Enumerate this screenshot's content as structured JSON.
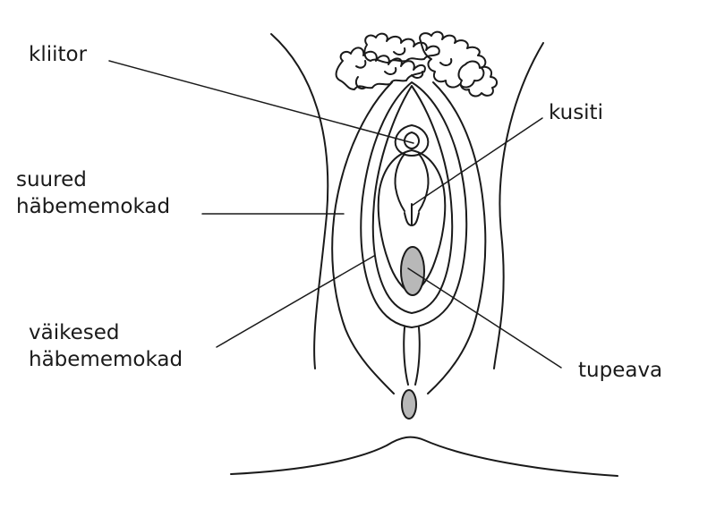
{
  "labels": {
    "clitoris": "kliitor",
    "urethra": "kusiti",
    "labia_majora": [
      "suured",
      "häbememokad"
    ],
    "labia_minora": [
      "väikesed",
      "häbememokad"
    ],
    "vaginal_opening": "tupeava"
  },
  "colors": {
    "line": "#1a1a1a",
    "fill_dark": "#b8b8b8",
    "background": "#ffffff"
  }
}
